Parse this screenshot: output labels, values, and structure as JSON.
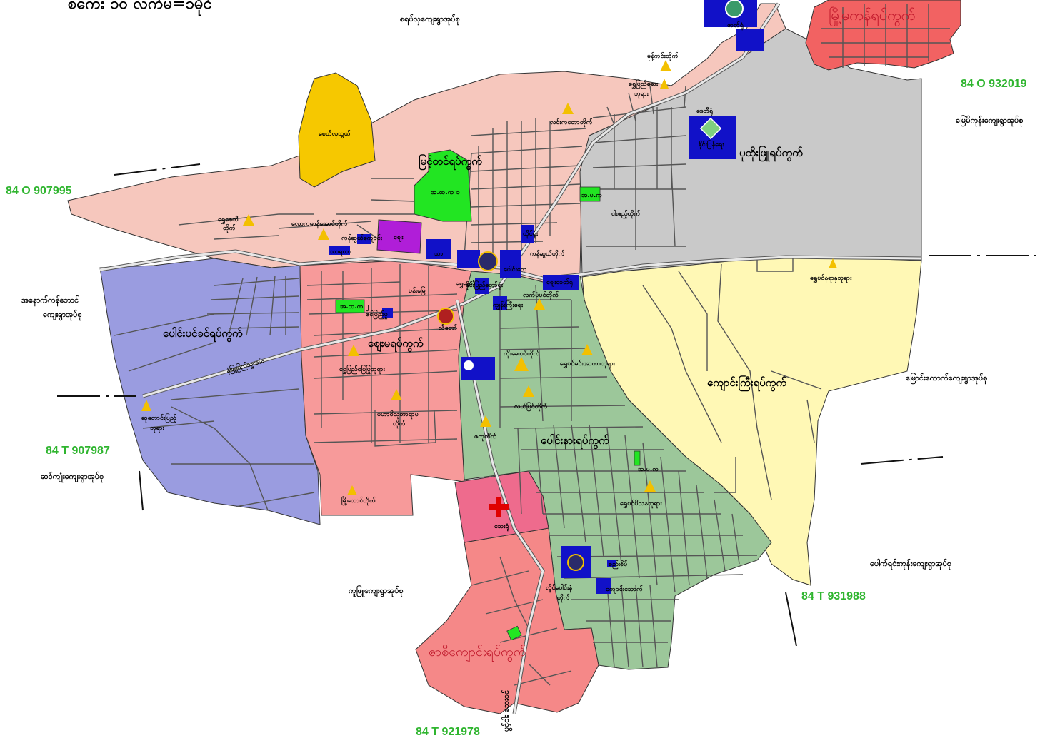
{
  "title": "စကေး ၁၀ လက်မ=၁မိုင်",
  "wards": {
    "myittin": "မြင့်တင်ရပ်ကွက်",
    "putoephyu": "ပုထိုးဖြူရပ်ကွက်",
    "myomikan": "မြို့မကန်ရပ်ကွက်",
    "paungbinsin": "ပေါင်းပင်ခင်ရပ်ကွက်",
    "zayma": "ဈေးမရပ်ကွက်",
    "kyaunggyi": "ကျောင်းကြီးရပ်ကွက်",
    "paungna": "ပေါင်းနားရပ်ကွက်",
    "zaykyaung": "ဇာစီကျောင်းရပ်ကွက်"
  },
  "villages": {
    "north": "စရပ်လှကျေးရွာအုပ်စု",
    "northeast": "မြေမိကုန်းကျေးရွာအုပ်စု",
    "west": "အနောက်ကန်ဘောင်",
    "west2": "ကျေးရွာအုပ်စု",
    "east": "မြောင်းကောက်ကျေးရွာအုပ်စု",
    "southwest": "ဆင်ကျုံးကျေးရွာအုပ်စု",
    "southeast": "ပေါက်ရင်းကုန်းကျေးရွာအုပ်စု",
    "south": "ကူဖြူကျေးရွာအုပ်စု",
    "south_road": "ပွင့်ငါး‌ ဘေးဝင်"
  },
  "coords": {
    "c1": "84 O 932019",
    "c2": "84 O 907995",
    "c3": "84 T 907987",
    "c4": "84 T 931988",
    "c5": "84 T 921978"
  },
  "places": {
    "p_zedi": "စေတီလှသွယ်",
    "p_myo1": "အ.ထ.က ၁",
    "p_linka": "လင်းကတောတိုက်",
    "p_shwegon": "မုန့်ကင်းတိုက်",
    "p_shwebu": "ရွှေပြည်ဆေး",
    "p_shwebu2": "ဘုရား",
    "p_nathan": "ဒေတီရုံ",
    "p_nanwin": "နိုင်းပြန်ရေး",
    "p_amak": "အ.မ.က",
    "p_ngazin": "ငါးဧည့်တိုက်",
    "p_lawka": "လောကမာန်အောင်တိုက်",
    "p_kanzwe": "ကန်ဆွယ်ကျောင်း",
    "p_shwezedi": "ရွှေစေတီ",
    "p_shwezedi2": "တိုက်",
    "p_thanhtar": "သာရတာ",
    "p_zay": "ဈေး",
    "p_thatha": "သာ",
    "p_yeinyaung": "ထိုင်ရုံး",
    "p_kanzwetaik": "ကန်ဆွယ်တိုက်",
    "p_paunglay": "ပေါင်းလေ",
    "p_pantmyay": "ပန်းမြေ",
    "p_amk2": "အ.ထ.က ၂",
    "p_zinpay": "ဇင်ပြည့်မှု",
    "p_thitaw": "သီတော်",
    "p_shwe3": "ရွှေပြည်မြေပြုဘုရား",
    "p_nanphyu": "နှံဖြူပြည်သူ့လမ်း",
    "p_mahawi": "မဟာဝိသုတာရာမ",
    "p_mahawi2": "တိုက်",
    "p_shwenan": "ဆုတောင်းပြည့်",
    "p_shwenan2": "ဘုရား",
    "p_myotaw": "မြို့တောင်တိုက်",
    "p_lat": "လက်ပံပင်တိုက်",
    "p_kyi": "ကျွန်းကြီးရေး",
    "p_kyaungtaik": "ကိုးဆောင်တိုက်",
    "p_shwepin": "ရွှေပင်မင်းအာကာဘုရား",
    "p_latpyin": "လယ်ပြင်တိုက်",
    "p_zataik": "ဇကုတိုက်",
    "p_amak3": "အ.မ.က",
    "p_shwepin2": "ရွှေပင်ပိသနဘုရား",
    "p_hosp": "ဆေးရုံ",
    "p_shwebin": "ရွှေပင်နရာနှဘုရား",
    "p_lain": "လှိုင်ပေါင်းနံ",
    "p_lain2": "တိုက်",
    "p_saybu": "စည်းစိမ်",
    "p_yone": "ကျောင်းဆောက်",
    "p_zatike": "ဇာတ်ရုံ",
    "p_nbb": "နိုင်းပြည်တော်ရုံး",
    "p_zaytown": "ဈေးခေတ်ရုံ",
    "p_shwe4": "ရွှေတော်"
  },
  "colors": {
    "pink_light": "#f6c7bd",
    "grey": "#c9c9c9",
    "red": "#f26262",
    "yellow_light": "#fff8b5",
    "purple": "#9a9ce0",
    "salmon": "#f79a9a",
    "green": "#9cc79a",
    "salmon2": "#f58888",
    "hospital": "#ee6b8d",
    "gold": "#f6c800",
    "lime": "#22e522",
    "magenta": "#b01ed8",
    "blue": "#1111c8",
    "pagoda": "#f3c000"
  }
}
